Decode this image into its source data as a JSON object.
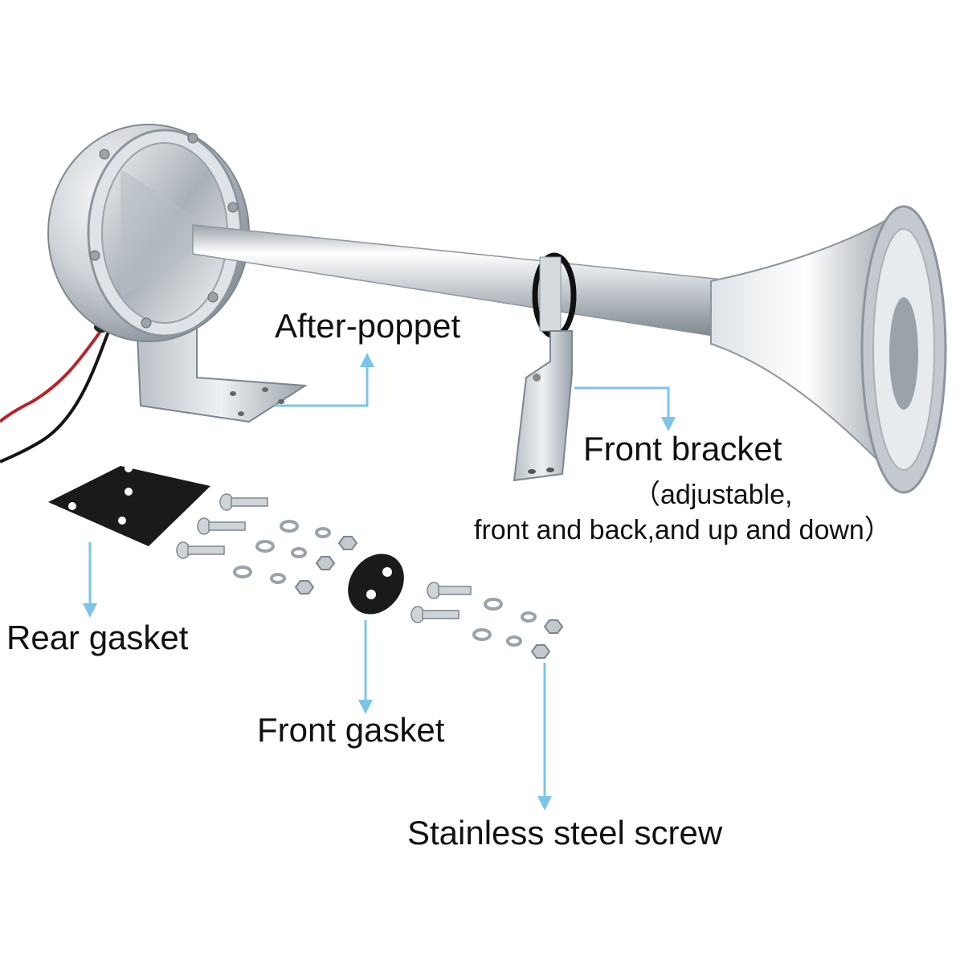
{
  "labels": {
    "after_poppet": "After-poppet",
    "front_bracket": "Front bracket",
    "front_bracket_note_1": "（adjustable,",
    "front_bracket_note_2": "front and back,and up and down）",
    "rear_gasket": "Rear gasket",
    "front_gasket": "Front gasket",
    "stainless_screw": "Stainless steel screw"
  },
  "colors": {
    "callout_arrow": "#7cc4ea",
    "label_text": "#111111",
    "steel_light": "#f4f6f8",
    "steel_dark": "#8c959d",
    "gasket": "#1a1a1a",
    "wire_red": "#b3262b",
    "wire_black": "#141414"
  },
  "icons": [
    "horn-body-icon",
    "wire-icon",
    "gasket-icon",
    "screw-icon",
    "washer-icon",
    "nut-icon",
    "arrow-icon"
  ]
}
